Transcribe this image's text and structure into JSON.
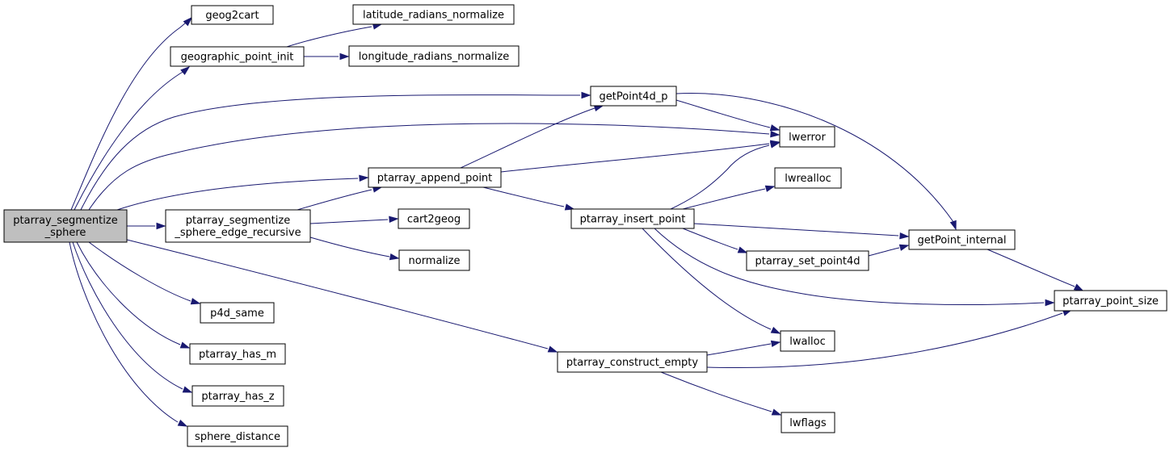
{
  "nodes": {
    "root": {
      "lines": [
        "ptarray_segmentize",
        "_sphere"
      ],
      "highlighted": true
    },
    "geog2cart": {
      "lines": [
        "geog2cart"
      ]
    },
    "geographic_point_init": {
      "lines": [
        "geographic_point_init"
      ]
    },
    "latitude_radians_normalize": {
      "lines": [
        "latitude_radians_normalize"
      ]
    },
    "longitude_radians_normalize": {
      "lines": [
        "longitude_radians_normalize"
      ]
    },
    "getPoint4d_p": {
      "lines": [
        "getPoint4d_p"
      ]
    },
    "lwerror": {
      "lines": [
        "lwerror"
      ]
    },
    "ptarray_append_point": {
      "lines": [
        "ptarray_append_point"
      ]
    },
    "lwrealloc": {
      "lines": [
        "lwrealloc"
      ]
    },
    "ptarray_segmentize_sphere_edge_recursive": {
      "lines": [
        "ptarray_segmentize",
        "_sphere_edge_recursive"
      ]
    },
    "cart2geog": {
      "lines": [
        "cart2geog"
      ]
    },
    "ptarray_insert_point": {
      "lines": [
        "ptarray_insert_point"
      ]
    },
    "getPoint_internal": {
      "lines": [
        "getPoint_internal"
      ]
    },
    "normalize": {
      "lines": [
        "normalize"
      ]
    },
    "ptarray_set_point4d": {
      "lines": [
        "ptarray_set_point4d"
      ]
    },
    "ptarray_point_size": {
      "lines": [
        "ptarray_point_size"
      ]
    },
    "p4d_same": {
      "lines": [
        "p4d_same"
      ]
    },
    "lwalloc": {
      "lines": [
        "lwalloc"
      ]
    },
    "ptarray_has_m": {
      "lines": [
        "ptarray_has_m"
      ]
    },
    "ptarray_construct_empty": {
      "lines": [
        "ptarray_construct_empty"
      ]
    },
    "ptarray_has_z": {
      "lines": [
        "ptarray_has_z"
      ]
    },
    "lwflags": {
      "lines": [
        "lwflags"
      ]
    },
    "sphere_distance": {
      "lines": [
        "sphere_distance"
      ]
    }
  },
  "edges": [
    [
      "root",
      "geog2cart"
    ],
    [
      "root",
      "geographic_point_init"
    ],
    [
      "root",
      "getPoint4d_p"
    ],
    [
      "root",
      "lwerror"
    ],
    [
      "root",
      "ptarray_append_point"
    ],
    [
      "root",
      "ptarray_segmentize_sphere_edge_recursive"
    ],
    [
      "root",
      "ptarray_construct_empty"
    ],
    [
      "root",
      "p4d_same"
    ],
    [
      "root",
      "ptarray_has_m"
    ],
    [
      "root",
      "ptarray_has_z"
    ],
    [
      "root",
      "sphere_distance"
    ],
    [
      "geographic_point_init",
      "latitude_radians_normalize"
    ],
    [
      "geographic_point_init",
      "longitude_radians_normalize"
    ],
    [
      "getPoint4d_p",
      "lwerror"
    ],
    [
      "getPoint4d_p",
      "getPoint_internal"
    ],
    [
      "ptarray_append_point",
      "getPoint4d_p"
    ],
    [
      "ptarray_append_point",
      "lwerror"
    ],
    [
      "ptarray_append_point",
      "ptarray_insert_point"
    ],
    [
      "ptarray_segmentize_sphere_edge_recursive",
      "ptarray_append_point"
    ],
    [
      "ptarray_segmentize_sphere_edge_recursive",
      "cart2geog"
    ],
    [
      "ptarray_segmentize_sphere_edge_recursive",
      "normalize"
    ],
    [
      "ptarray_insert_point",
      "lwerror"
    ],
    [
      "ptarray_insert_point",
      "lwrealloc"
    ],
    [
      "ptarray_insert_point",
      "getPoint_internal"
    ],
    [
      "ptarray_insert_point",
      "ptarray_set_point4d"
    ],
    [
      "ptarray_insert_point",
      "ptarray_point_size"
    ],
    [
      "ptarray_insert_point",
      "lwalloc"
    ],
    [
      "ptarray_set_point4d",
      "getPoint_internal"
    ],
    [
      "getPoint_internal",
      "ptarray_point_size"
    ],
    [
      "ptarray_construct_empty",
      "lwalloc"
    ],
    [
      "ptarray_construct_empty",
      "ptarray_point_size"
    ],
    [
      "ptarray_construct_empty",
      "lwflags"
    ]
  ],
  "colors": {
    "edge": "#191970",
    "node_fill": "#ffffff",
    "node_border": "#000000",
    "highlight_fill": "#bfbfbf"
  }
}
